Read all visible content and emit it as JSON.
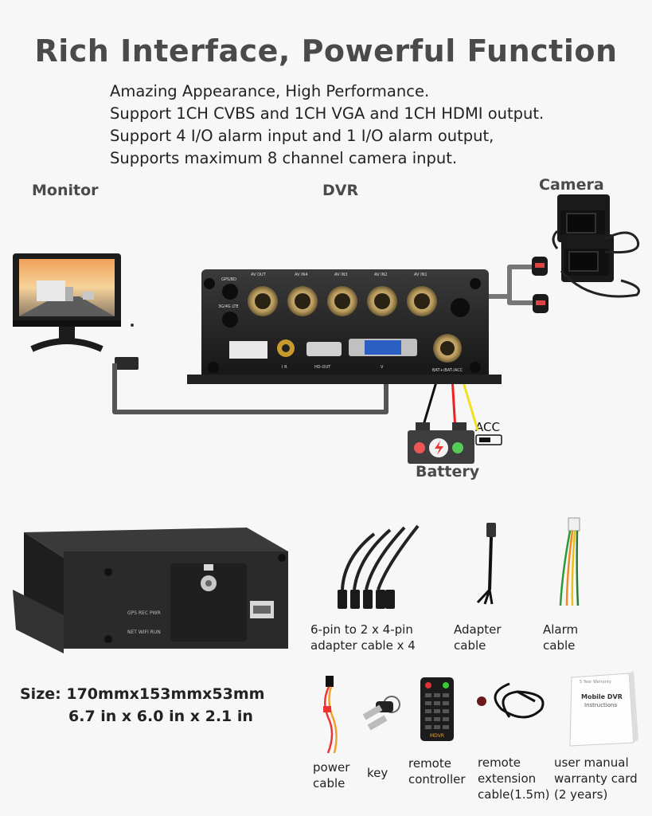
{
  "title": "Rich Interface, Powerful Function",
  "features": [
    "Amazing Appearance, High Performance.",
    "Support 1CH CVBS and 1CH VGA and 1CH HDMI output.",
    "Support 4 I/O alarm input and 1 I/O alarm output,",
    "Supports maximum 8 channel camera input."
  ],
  "diagram": {
    "monitor_label": "Monitor",
    "dvr_label": "DVR",
    "camera_label": "Camera",
    "battery_label": "Battery",
    "acc_label": "ACC",
    "dvr_panel": {
      "top_labels": [
        "AV OUT",
        "AV IN4",
        "AV IN3",
        "AV IN2",
        "AV IN1"
      ],
      "gps_label": "GPS/BD",
      "lte_label": "3G/4G LTE",
      "ir_label": "I R",
      "hdmi_label": "HD-OUT",
      "vga_label": "V",
      "power_label": "BAT+/BAT-/ACC"
    }
  },
  "product_leds": {
    "top": "GPS REC PWR",
    "bottom": "NET WIFI RUN"
  },
  "size": {
    "metric": "Size: 170mmx153mmx53mm",
    "imperial": "6.7 in x 6.0 in x 2.1 in"
  },
  "accessories": [
    {
      "line1": "6-pin to 2 x 4-pin",
      "line2": "adapter cable x 4"
    },
    {
      "line1": "Adapter",
      "line2": "cable"
    },
    {
      "line1": "Alarm",
      "line2": "cable"
    },
    {
      "line1": "power",
      "line2": "cable"
    },
    {
      "line1": "key",
      "line2": ""
    },
    {
      "line1": "remote",
      "line2": "controller"
    },
    {
      "line1": "remote",
      "line2": "extension",
      "line3": "cable(1.5m)"
    },
    {
      "line1": "user manual",
      "line2": "warranty card",
      "line3": "(2 years)"
    }
  ],
  "manual_text": {
    "small": "5 Year Warranty",
    "title": "Mobile DVR",
    "subtitle": "Instructions"
  },
  "remote_brand": "MDVR"
}
